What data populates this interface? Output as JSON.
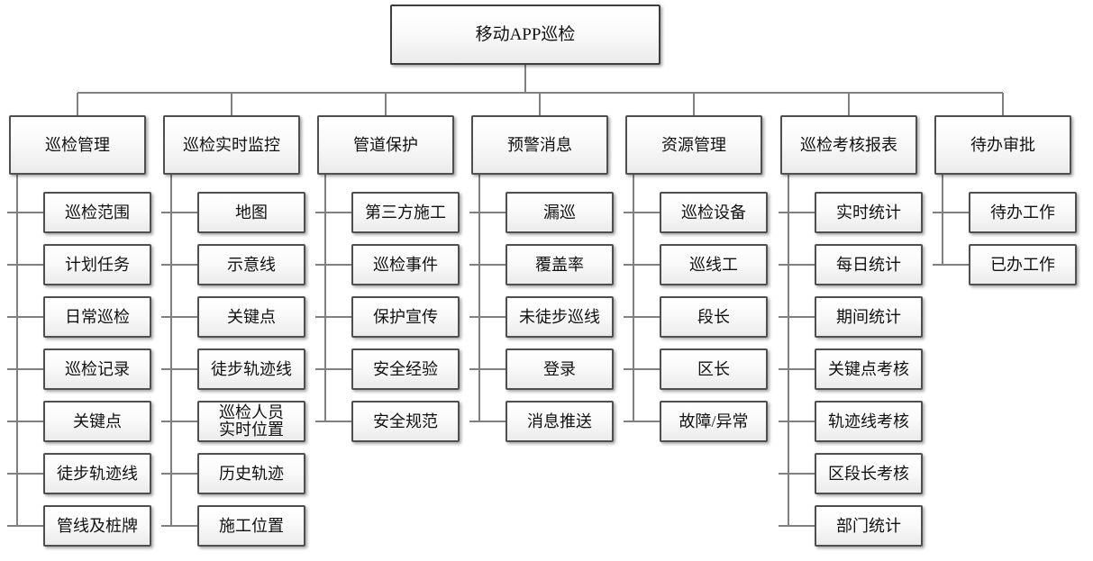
{
  "title": "移动APP巡检",
  "colors": {
    "connector": "#808080",
    "box_border": "#4f4f4f",
    "root_border": "#3d3d3d",
    "box_fill_top": "#ffffff",
    "box_fill_bottom": "#ebebeb",
    "text": "#111111"
  },
  "tree": {
    "root": {
      "label": "移动APP巡检"
    },
    "branches": [
      {
        "label": "巡检管理",
        "children": [
          "巡检范围",
          "计划任务",
          "日常巡检",
          "巡检记录",
          "关键点",
          "徒步轨迹线",
          "管线及桩牌"
        ]
      },
      {
        "label": "巡检实时监控",
        "children": [
          "地图",
          "示意线",
          "关键点",
          "徒步轨迹线",
          "巡检人员\n实时位置",
          "历史轨迹",
          "施工位置"
        ]
      },
      {
        "label": "管道保护",
        "children": [
          "第三方施工",
          "巡检事件",
          "保护宣传",
          "安全经验",
          "安全规范"
        ]
      },
      {
        "label": "预警消息",
        "children": [
          "漏巡",
          "覆盖率",
          "未徒步巡线",
          "登录",
          "消息推送"
        ]
      },
      {
        "label": "资源管理",
        "children": [
          "巡检设备",
          "巡线工",
          "段长",
          "区长",
          "故障/异常"
        ]
      },
      {
        "label": "巡检考核报表",
        "children": [
          "实时统计",
          "每日统计",
          "期间统计",
          "关键点考核",
          "轨迹线考核",
          "区段长考核",
          "部门统计"
        ]
      },
      {
        "label": "待办审批",
        "children": [
          "待办工作",
          "已办工作"
        ]
      }
    ]
  }
}
